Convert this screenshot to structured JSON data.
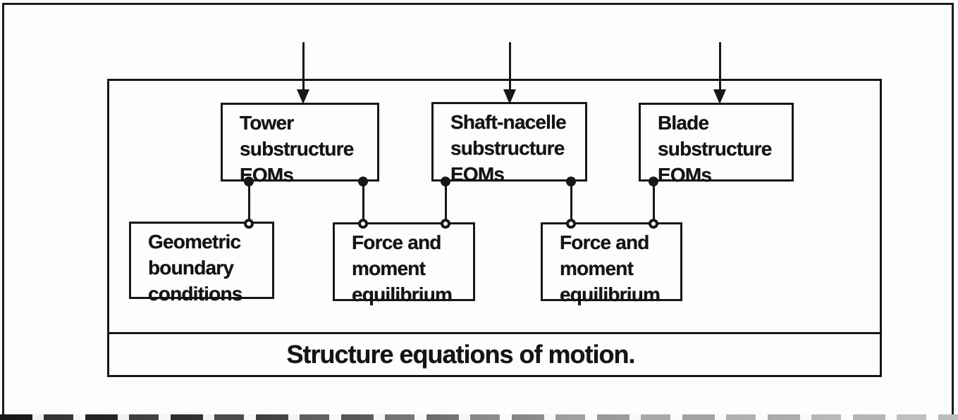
{
  "diagram": {
    "boxes": {
      "tower": {
        "label": "Tower\nsubstructure\nEOMs"
      },
      "shaft": {
        "label": "Shaft-nacelle\nsubstructure\nEOMs"
      },
      "blade": {
        "label": "Blade\nsubstructure\nEOMs"
      },
      "geometric": {
        "label": "Geometric\nboundary\nconditions"
      },
      "force1": {
        "label": "Force and\nmoment\nequilibrium"
      },
      "force2": {
        "label": "Force and\nmoment\nequilibrium"
      }
    },
    "footer": {
      "label": "Structure equations of motion."
    },
    "colors": {
      "ink": "#171717",
      "paper": "#fdfdfc"
    }
  }
}
